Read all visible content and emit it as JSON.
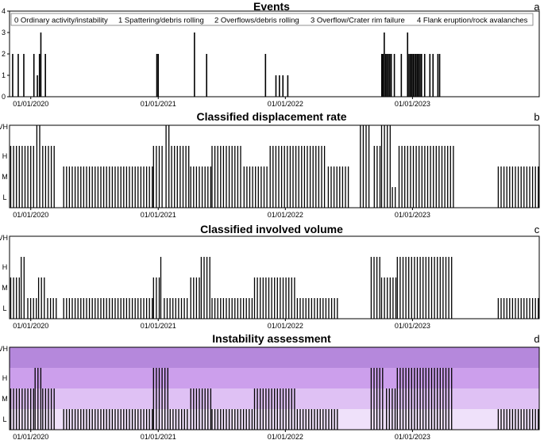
{
  "chart_data": [
    {
      "panel": "a",
      "type": "bar",
      "title": "Events",
      "ylim": [
        0,
        4
      ],
      "yticks": [
        "0",
        "1",
        "2",
        "3",
        "4"
      ],
      "xticks": [
        "01/01/2020",
        "01/01/2021",
        "01/01/2022",
        "01/01/2023"
      ],
      "legend": [
        "0  Ordinary activity/instability",
        "1  Spattering/debris rolling",
        "2  Overflows/debris rolling",
        "3  Overflow/Crater rim failure",
        "4  Flank eruption/rock avalanches"
      ],
      "x": [
        "2019-11-10",
        "2019-11-26",
        "2019-12-12",
        "2020-01-10",
        "2020-01-20",
        "2020-01-26",
        "2020-01-30",
        "2020-02-12",
        "2020-12-28",
        "2021-01-01",
        "2021-04-15",
        "2021-05-20",
        "2021-11-05",
        "2021-12-05",
        "2021-12-15",
        "2021-12-25",
        "2022-01-08",
        "2022-10-05",
        "2022-10-08",
        "2022-10-12",
        "2022-10-16",
        "2022-10-20",
        "2022-10-24",
        "2022-10-28",
        "2022-11-01",
        "2022-11-10",
        "2022-11-30",
        "2022-12-18",
        "2022-12-22",
        "2022-12-26",
        "2022-12-30",
        "2023-01-03",
        "2023-01-07",
        "2023-01-11",
        "2023-01-15",
        "2023-01-19",
        "2023-01-23",
        "2023-01-27",
        "2023-02-05",
        "2023-02-20",
        "2023-03-01",
        "2023-03-15",
        "2023-03-20"
      ],
      "values": [
        2,
        2,
        2,
        2,
        1,
        2,
        3,
        2,
        2,
        2,
        3,
        2,
        2,
        1,
        1,
        1,
        1,
        2,
        2,
        3,
        2,
        2,
        2,
        2,
        2,
        2,
        2,
        3,
        2,
        2,
        2,
        2,
        2,
        2,
        2,
        2,
        2,
        2,
        2,
        2,
        2,
        2,
        2
      ]
    },
    {
      "panel": "b",
      "type": "bar",
      "title": "Classified displacement rate",
      "yticks": [
        "L",
        "M",
        "H",
        "VH"
      ],
      "xticks": [
        "01/01/2020",
        "01/01/2021",
        "01/01/2022",
        "01/01/2023"
      ],
      "segments": [
        {
          "start": "2019-11-01",
          "end": "2020-01-15",
          "level": "H"
        },
        {
          "start": "2020-01-15",
          "end": "2020-02-01",
          "level": "VH"
        },
        {
          "start": "2020-02-01",
          "end": "2020-03-15",
          "level": "H"
        },
        {
          "start": "2020-04-01",
          "end": "2020-12-15",
          "level": "M"
        },
        {
          "start": "2020-12-15",
          "end": "2021-01-20",
          "level": "H"
        },
        {
          "start": "2021-01-20",
          "end": "2021-02-05",
          "level": "VH"
        },
        {
          "start": "2021-02-05",
          "end": "2021-04-01",
          "level": "H"
        },
        {
          "start": "2021-04-01",
          "end": "2021-06-01",
          "level": "M"
        },
        {
          "start": "2021-06-01",
          "end": "2021-09-01",
          "level": "H"
        },
        {
          "start": "2021-09-01",
          "end": "2021-11-15",
          "level": "M"
        },
        {
          "start": "2021-11-15",
          "end": "2022-05-01",
          "level": "H"
        },
        {
          "start": "2022-05-01",
          "end": "2022-07-01",
          "level": "M"
        },
        {
          "start": "2022-08-01",
          "end": "2022-09-01",
          "level": "VH"
        },
        {
          "start": "2022-09-10",
          "end": "2022-10-01",
          "level": "H"
        },
        {
          "start": "2022-10-01",
          "end": "2022-11-01",
          "level": "VH"
        },
        {
          "start": "2022-11-01",
          "end": "2022-11-20",
          "level": "L"
        },
        {
          "start": "2022-11-20",
          "end": "2023-05-01",
          "level": "H"
        },
        {
          "start": "2023-09-01",
          "end": "2023-12-31",
          "level": "M"
        }
      ]
    },
    {
      "panel": "c",
      "type": "bar",
      "title": "Classified involved volume",
      "yticks": [
        "L",
        "M",
        "H",
        "VH"
      ],
      "xticks": [
        "01/01/2020",
        "01/01/2021",
        "01/01/2022",
        "01/01/2023"
      ],
      "segments": [
        {
          "start": "2019-11-01",
          "end": "2019-12-01",
          "level": "M"
        },
        {
          "start": "2019-12-01",
          "end": "2019-12-20",
          "level": "H"
        },
        {
          "start": "2019-12-20",
          "end": "2020-01-20",
          "level": "L"
        },
        {
          "start": "2020-01-20",
          "end": "2020-02-15",
          "level": "M"
        },
        {
          "start": "2020-02-15",
          "end": "2020-03-15",
          "level": "L"
        },
        {
          "start": "2020-04-01",
          "end": "2020-12-15",
          "level": "L"
        },
        {
          "start": "2020-12-15",
          "end": "2021-01-05",
          "level": "M"
        },
        {
          "start": "2021-01-05",
          "end": "2021-01-15",
          "level": "H"
        },
        {
          "start": "2021-01-15",
          "end": "2021-04-01",
          "level": "L"
        },
        {
          "start": "2021-04-01",
          "end": "2021-05-01",
          "level": "M"
        },
        {
          "start": "2021-05-01",
          "end": "2021-06-01",
          "level": "H"
        },
        {
          "start": "2021-06-01",
          "end": "2021-10-01",
          "level": "L"
        },
        {
          "start": "2021-10-01",
          "end": "2022-02-01",
          "level": "M"
        },
        {
          "start": "2022-02-01",
          "end": "2022-06-01",
          "level": "L"
        },
        {
          "start": "2022-09-01",
          "end": "2022-10-01",
          "level": "H"
        },
        {
          "start": "2022-10-01",
          "end": "2022-11-15",
          "level": "M"
        },
        {
          "start": "2022-11-15",
          "end": "2023-05-01",
          "level": "H"
        },
        {
          "start": "2023-09-01",
          "end": "2023-12-31",
          "level": "L"
        }
      ]
    },
    {
      "panel": "d",
      "type": "bar",
      "title": "Instability assessment",
      "yticks": [
        "L",
        "M",
        "H",
        "VH"
      ],
      "xticks": [
        "01/01/2020",
        "01/01/2021",
        "01/01/2022",
        "01/01/2023"
      ],
      "background_bands": {
        "VH": "#b588dc",
        "H": "#cc9fec",
        "M": "#dfc1f4",
        "L": "#efe1fa"
      },
      "segments": [
        {
          "start": "2019-11-01",
          "end": "2020-01-10",
          "level": "M"
        },
        {
          "start": "2020-01-10",
          "end": "2020-02-01",
          "level": "H"
        },
        {
          "start": "2020-02-01",
          "end": "2020-03-15",
          "level": "M"
        },
        {
          "start": "2020-04-01",
          "end": "2020-12-15",
          "level": "L"
        },
        {
          "start": "2020-12-15",
          "end": "2021-02-01",
          "level": "H"
        },
        {
          "start": "2021-02-01",
          "end": "2021-04-01",
          "level": "L"
        },
        {
          "start": "2021-04-01",
          "end": "2021-06-01",
          "level": "M"
        },
        {
          "start": "2021-06-01",
          "end": "2021-10-01",
          "level": "L"
        },
        {
          "start": "2021-10-01",
          "end": "2022-02-01",
          "level": "M"
        },
        {
          "start": "2022-02-01",
          "end": "2022-06-01",
          "level": "L"
        },
        {
          "start": "2022-09-01",
          "end": "2022-10-15",
          "level": "H"
        },
        {
          "start": "2022-10-15",
          "end": "2022-11-15",
          "level": "M"
        },
        {
          "start": "2022-11-15",
          "end": "2023-05-01",
          "level": "H"
        },
        {
          "start": "2023-09-01",
          "end": "2023-12-31",
          "level": "L"
        }
      ]
    }
  ]
}
